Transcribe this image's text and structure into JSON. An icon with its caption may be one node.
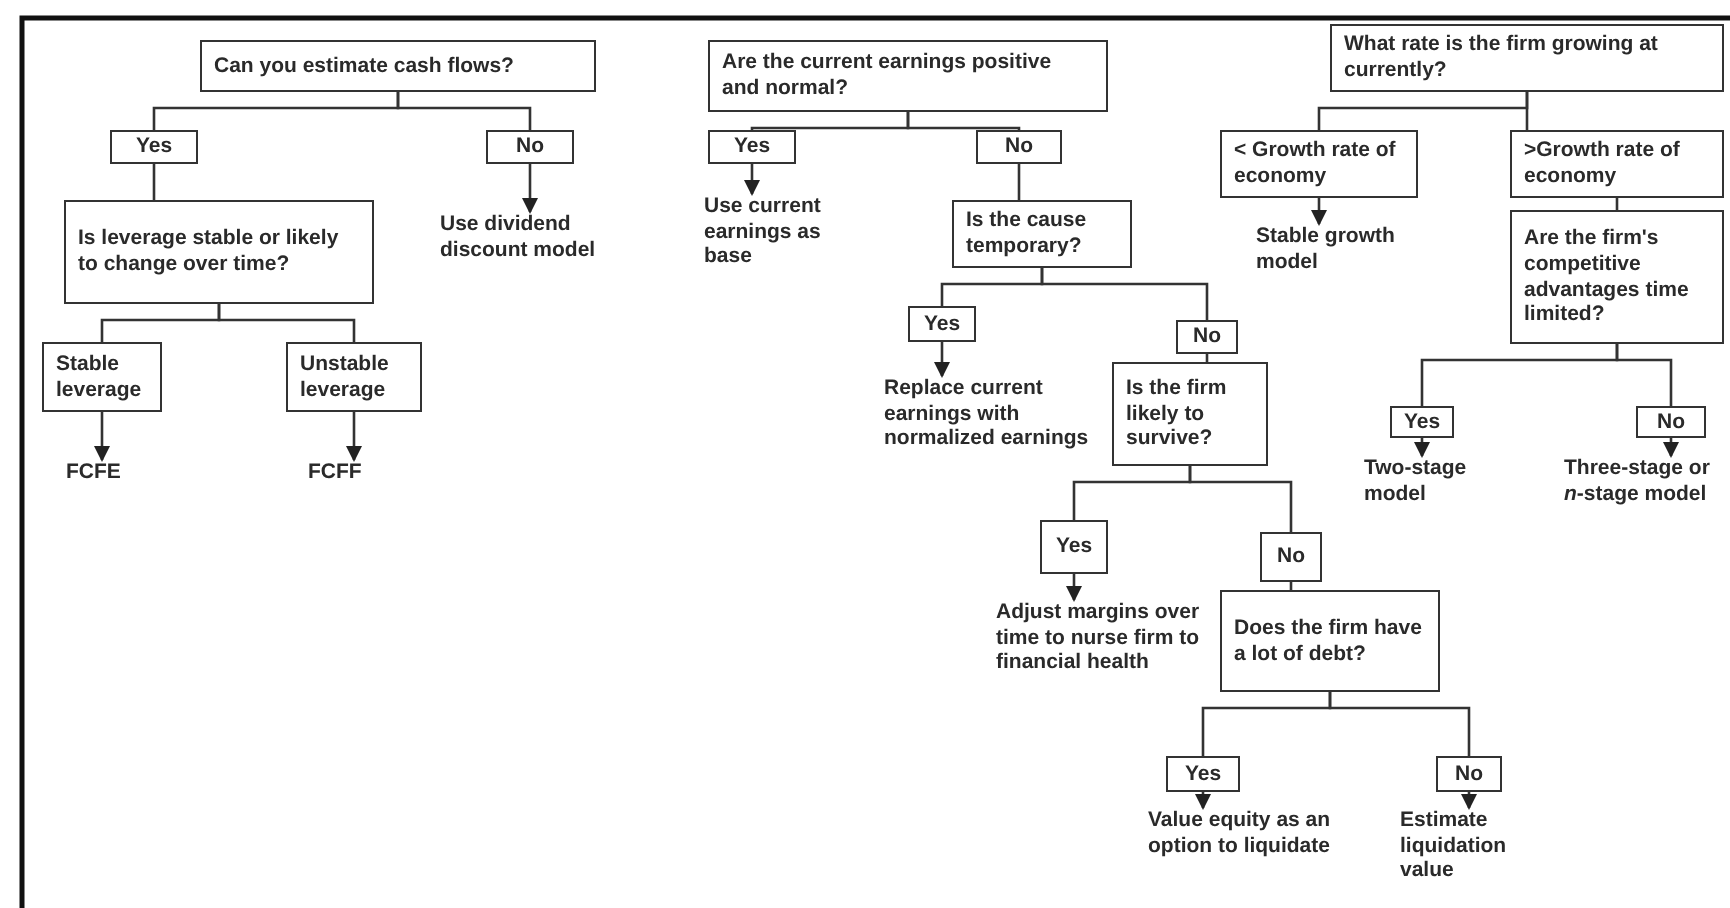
{
  "diagram": {
    "nodes": [
      {
        "text": [
          "Can you estimate cash flows?"
        ]
      },
      {
        "text": [
          "Yes"
        ]
      },
      {
        "text": [
          "No"
        ]
      },
      {
        "text": [
          "Use dividend discount model"
        ]
      },
      {
        "text": [
          "Is leverage stable or likely to change over time?"
        ]
      },
      {
        "text": [
          "Stable leverage"
        ]
      },
      {
        "text": [
          "Unstable leverage"
        ]
      },
      {
        "text": [
          "FCFE"
        ]
      },
      {
        "text": [
          "FCFF"
        ]
      },
      {
        "text": [
          "Are the current earnings positive and normal?"
        ]
      },
      {
        "text": [
          "Yes"
        ]
      },
      {
        "text": [
          "No"
        ]
      },
      {
        "text": [
          "Use current earnings as base"
        ]
      },
      {
        "text": [
          "Is the cause temporary?"
        ]
      },
      {
        "text": [
          "Yes"
        ]
      },
      {
        "text": [
          "No"
        ]
      },
      {
        "text": [
          "Replace current earnings with normalized earnings"
        ]
      },
      {
        "text": [
          "Is the firm likely to survive?"
        ]
      },
      {
        "text": [
          "Yes"
        ]
      },
      {
        "text": [
          "No"
        ]
      },
      {
        "text": [
          "Adjust margins over time to nurse firm to financial health"
        ]
      },
      {
        "text": [
          "Does the firm have a lot of debt?"
        ]
      },
      {
        "text": [
          "Yes"
        ]
      },
      {
        "text": [
          "No"
        ]
      },
      {
        "text": [
          "Value equity as an option to liquidate"
        ]
      },
      {
        "text": [
          "Estimate liquidation value"
        ]
      },
      {
        "text": [
          "What rate is the firm growing at currently?"
        ]
      },
      {
        "text": [
          "< Growth rate of economy"
        ]
      },
      {
        "text": [
          ">Growth rate of economy"
        ]
      },
      {
        "text": [
          "Stable growth model"
        ]
      },
      {
        "text": [
          "Are the firm's competitive advantages time limited?"
        ]
      },
      {
        "text": [
          "Yes"
        ]
      },
      {
        "text": [
          "No"
        ]
      },
      {
        "text": [
          "Two-stage model"
        ]
      },
      {
        "text": [
          "Three-stage or *n*-stage model"
        ]
      }
    ],
    "edges": [
      {
        "from": 0,
        "to": 1,
        "arrow": "none"
      },
      {
        "from": 0,
        "to": 2,
        "arrow": "none"
      },
      {
        "from": 2,
        "to": 3,
        "arrow": "to"
      },
      {
        "from": 1,
        "to": 4,
        "arrow": "none"
      },
      {
        "from": 4,
        "to": 5,
        "arrow": "none"
      },
      {
        "from": 4,
        "to": 6,
        "arrow": "none"
      },
      {
        "from": 5,
        "to": 7,
        "arrow": "to"
      },
      {
        "from": 6,
        "to": 8,
        "arrow": "to"
      },
      {
        "from": 9,
        "to": 10,
        "arrow": "none"
      },
      {
        "from": 9,
        "to": 11,
        "arrow": "none"
      },
      {
        "from": 10,
        "to": 12,
        "arrow": "to"
      },
      {
        "from": 11,
        "to": 13,
        "arrow": "none"
      },
      {
        "from": 13,
        "to": 14,
        "arrow": "none"
      },
      {
        "from": 13,
        "to": 15,
        "arrow": "none"
      },
      {
        "from": 14,
        "to": 16,
        "arrow": "to"
      },
      {
        "from": 15,
        "to": 17,
        "arrow": "none"
      },
      {
        "from": 17,
        "to": 18,
        "arrow": "none"
      },
      {
        "from": 17,
        "to": 19,
        "arrow": "none"
      },
      {
        "from": 18,
        "to": 20,
        "arrow": "to"
      },
      {
        "from": 19,
        "to": 21,
        "arrow": "none"
      },
      {
        "from": 21,
        "to": 22,
        "arrow": "none"
      },
      {
        "from": 21,
        "to": 23,
        "arrow": "none"
      },
      {
        "from": 22,
        "to": 24,
        "arrow": "to"
      },
      {
        "from": 23,
        "to": 25,
        "arrow": "to"
      },
      {
        "from": 26,
        "to": 27,
        "arrow": "none"
      },
      {
        "from": 26,
        "to": 28,
        "arrow": "none"
      },
      {
        "from": 27,
        "to": 29,
        "arrow": "to"
      },
      {
        "from": 28,
        "to": 30,
        "arrow": "none"
      },
      {
        "from": 30,
        "to": 31,
        "arrow": "none"
      },
      {
        "from": 30,
        "to": 32,
        "arrow": "none"
      },
      {
        "from": 31,
        "to": 33,
        "arrow": "to"
      },
      {
        "from": 32,
        "to": 34,
        "arrow": "to"
      }
    ]
  }
}
